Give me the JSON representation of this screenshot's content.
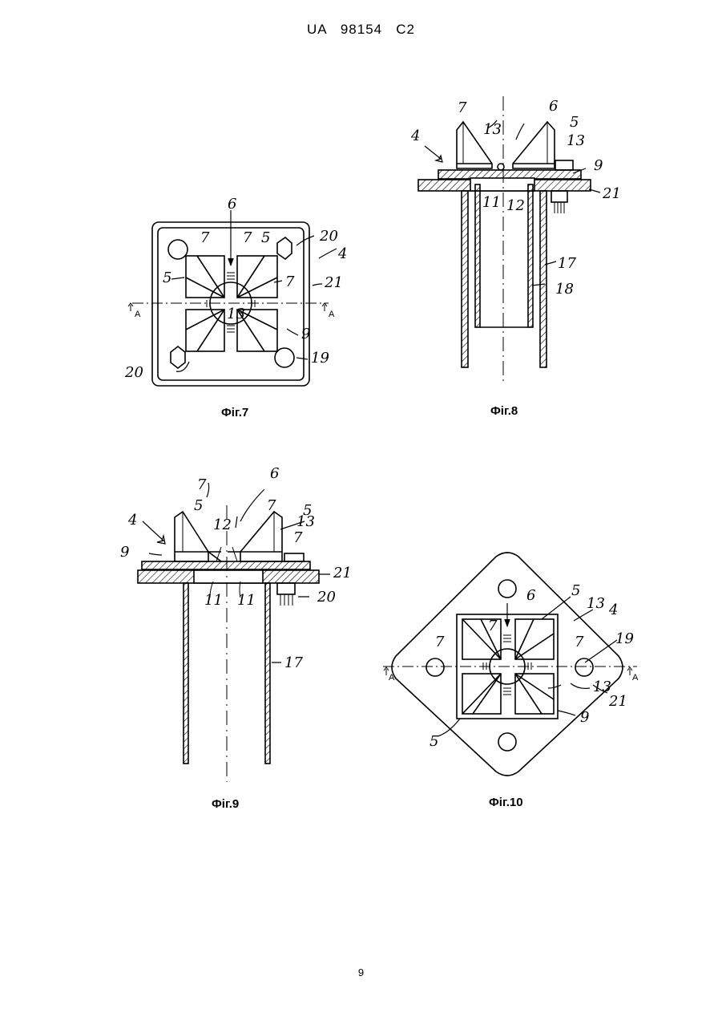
{
  "header": {
    "patent_number": "UA   98154   C2"
  },
  "figures": {
    "fig7": {
      "caption": "Фіг.7",
      "labels": [
        "6",
        "7",
        "5",
        "7",
        "20",
        "4",
        "5",
        "7",
        "21",
        "13",
        "9",
        "20",
        "19"
      ],
      "section_mark": "A"
    },
    "fig8": {
      "caption": "Фіг.8",
      "labels": [
        "7",
        "6",
        "5",
        "13",
        "13",
        "4",
        "9",
        "11",
        "12",
        "21",
        "17",
        "18"
      ]
    },
    "fig9": {
      "caption": "Фіг.9",
      "labels": [
        "7",
        "6",
        "5",
        "7",
        "5",
        "4",
        "13",
        "12",
        "7",
        "9",
        "21",
        "11",
        "11",
        "20",
        "17"
      ]
    },
    "fig10": {
      "caption": "Фіг.10",
      "labels": [
        "6",
        "5",
        "13",
        "4",
        "7",
        "7",
        "7",
        "19",
        "13",
        "21",
        "9",
        "5"
      ],
      "section_mark": "A"
    }
  },
  "footer": {
    "page_number": "9"
  }
}
